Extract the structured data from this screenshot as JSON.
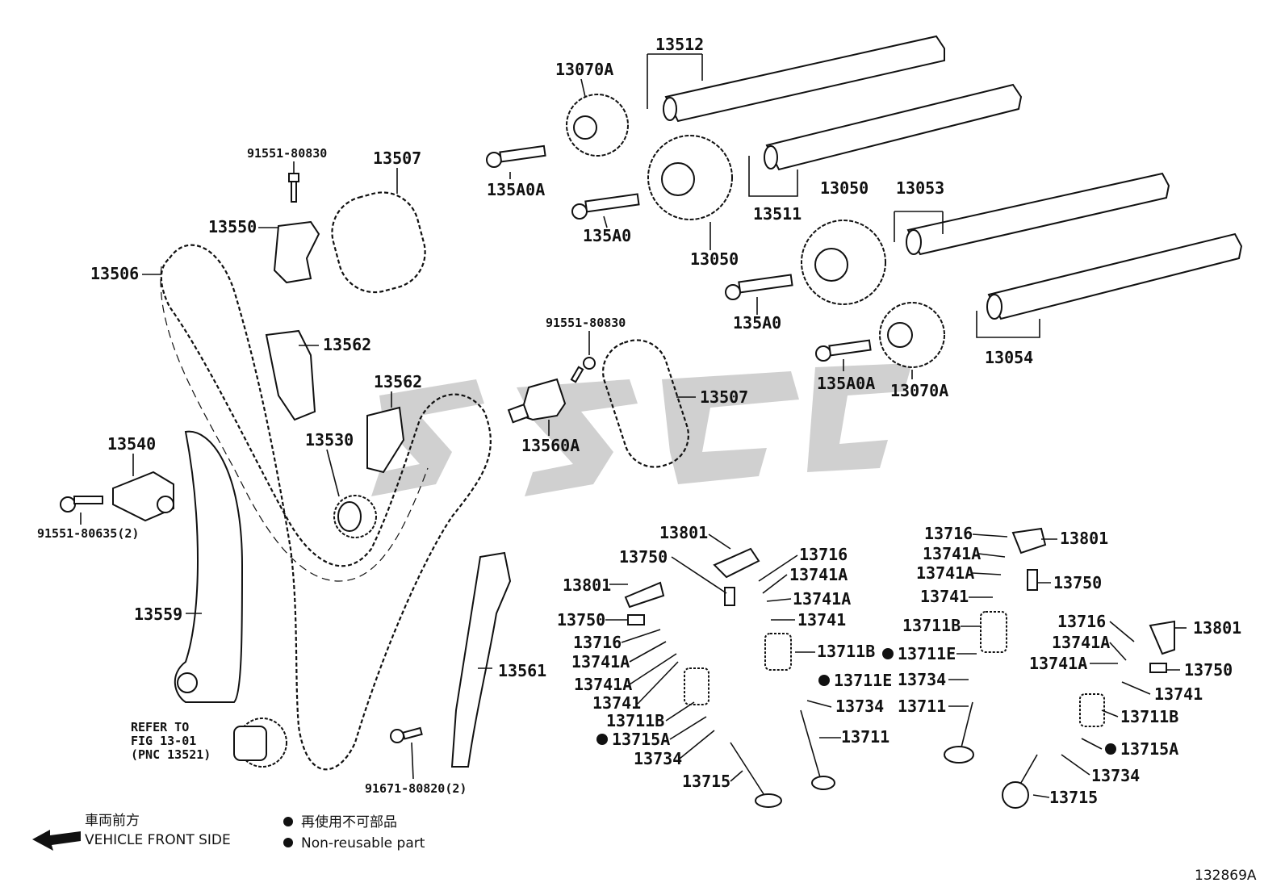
{
  "diagram_number": "132869A",
  "labels": {
    "camshaft_key_upper": "13512",
    "vvt_gear_upper_left": "13070A",
    "bolt_91551_top": "91551-80830",
    "chain_sub_upper": "13507",
    "chain_guide_upper": "13550",
    "timing_chain": "13506",
    "chain_damper_upper": "13562",
    "chain_damper_mid": "13562",
    "idle_sprocket": "13530",
    "tensioner_arm_assy": "13540",
    "bolt_91551_80635": "91551-80635(2)",
    "slipper_guide": "13559",
    "refer_note_line1": "REFER TO",
    "refer_note_line2": "FIG 13-01",
    "refer_note_line3": "(PNC 13521)",
    "bolt_135A0A_upper": "135A0A",
    "bolt_135A0_upper": "135A0",
    "cam_gear_13050_upper": "13050",
    "camshaft_key_13511": "13511",
    "cam_gear_13050_right": "13050",
    "camshaft_key_13053": "13053",
    "bolt_135A0_right": "135A0",
    "bolt_135A0A_right": "135A0A",
    "vvt_gear_right": "13070A",
    "camshaft_13054": "13054",
    "bolt_91551_mid": "91551-80830",
    "chain_sub_mid": "13507",
    "tensioner_13560A": "13560A",
    "chain_guide_13561": "13561",
    "bolt_91671": "91671-80820(2)",
    "rocker_13801_center": "13801",
    "adjuster_13750_center": "13750",
    "rocker_13801_left": "13801",
    "adjuster_13750_left": "13750",
    "cap_13716_left": "13716",
    "lock_13741A_left_1": "13741A",
    "lock_13741A_left_2": "13741A",
    "retainer_13741_left": "13741",
    "spring_13711B_left": "13711B",
    "seal_13715A_left": "13715A",
    "seat_13734_left": "13734",
    "valve_13715_left": "13715",
    "cap_13716_center": "13716",
    "lock_13741A_center_1": "13741A",
    "lock_13741A_center_2": "13741A",
    "retainer_13741_center": "13741",
    "spring_13711B_center": "13711B",
    "seal_13711E_center": "13711E",
    "seat_13734_center": "13734",
    "valve_13711_center": "13711",
    "cap_13716_right": "13716",
    "rocker_13801_right": "13801",
    "lock_13741A_right_1": "13741A",
    "lock_13741A_right_2": "13741A",
    "adjuster_13750_right": "13750",
    "retainer_13741_right": "13741",
    "spring_13711B_right": "13711B",
    "seal_13711E_right": "13711E",
    "seat_13734_right": "13734",
    "valve_13711_right": "13711",
    "cap_13716_far": "13716",
    "rocker_13801_far": "13801",
    "lock_13741A_far_1": "13741A",
    "lock_13741A_far_2": "13741A",
    "adjuster_13750_far": "13750",
    "retainer_13741_far": "13741",
    "spring_13711B_far": "13711B",
    "seal_13715A_far": "13715A",
    "seat_13734_far": "13734",
    "valve_13715_far": "13715"
  },
  "legend": {
    "vehicle_front_jp": "車両前方",
    "vehicle_front_en": "VEHICLE FRONT SIDE",
    "non_reusable_jp": "再使用不可部品",
    "non_reusable_en": "Non-reusable part"
  }
}
